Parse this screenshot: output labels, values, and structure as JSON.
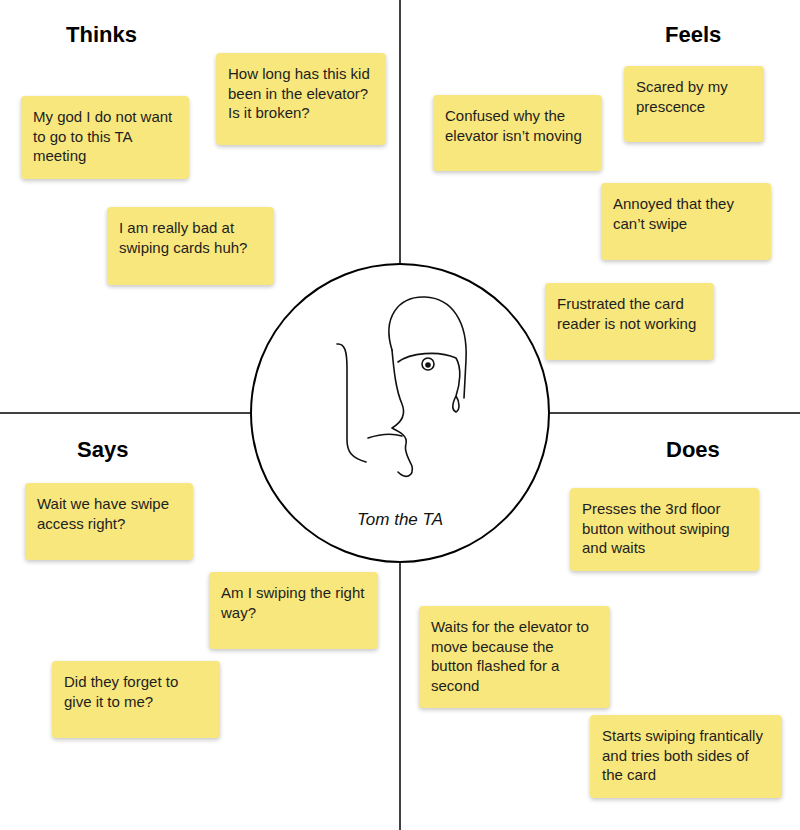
{
  "diagram": {
    "nodes": [
      {
        "text": [
          "How long has this kid been in the elevator? Is it broken?"
        ]
      },
      {
        "text": [
          "My god I do not want to go to this TA meeting"
        ]
      },
      {
        "text": [
          "I am really bad at swiping cards huh?"
        ]
      },
      {
        "text": [
          "Scared by my prescence"
        ]
      },
      {
        "text": [
          "Confused why the elevator isn’t moving"
        ]
      },
      {
        "text": [
          "Annoyed that they can’t swipe"
        ]
      },
      {
        "text": [
          "Frustrated the card reader is not working"
        ]
      },
      {
        "text": [
          "Tom the TA"
        ]
      },
      {
        "text": [
          "Wait we have swipe access right?"
        ]
      },
      {
        "text": [
          "Am I swiping the right way?"
        ]
      },
      {
        "text": [
          "Did they forget to give it to me?"
        ]
      },
      {
        "text": [
          "Presses the 3rd floor button without swiping and waits"
        ]
      },
      {
        "text": [
          "Waits for the elevator to move because the button flashed for a second"
        ]
      },
      {
        "text": [
          "Starts swiping frantically and tries both sides of the card"
        ]
      }
    ],
    "labels": [
      "Thinks",
      "Feels",
      "Says",
      "Does"
    ]
  }
}
